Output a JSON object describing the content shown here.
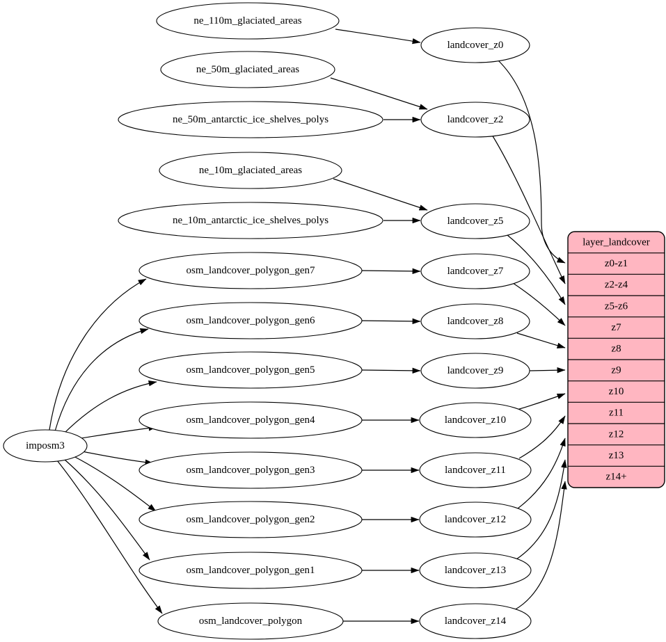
{
  "diagram": {
    "type": "dependency-graph",
    "colors": {
      "background": "#ffffff",
      "node_fill": "#ffffff",
      "node_stroke": "#000000",
      "edge_color": "#000000",
      "table_fill": "#ffb6c1",
      "text_color": "#000000"
    },
    "nodes": [
      {
        "id": "imposm3",
        "label": "imposm3"
      },
      {
        "id": "ne_110m_glaciated_areas",
        "label": "ne_110m_glaciated_areas"
      },
      {
        "id": "ne_50m_glaciated_areas",
        "label": "ne_50m_glaciated_areas"
      },
      {
        "id": "ne_50m_antarctic_ice_shelves_polys",
        "label": "ne_50m_antarctic_ice_shelves_polys"
      },
      {
        "id": "ne_10m_glaciated_areas",
        "label": "ne_10m_glaciated_areas"
      },
      {
        "id": "ne_10m_antarctic_ice_shelves_polys",
        "label": "ne_10m_antarctic_ice_shelves_polys"
      },
      {
        "id": "osm_landcover_polygon_gen7",
        "label": "osm_landcover_polygon_gen7"
      },
      {
        "id": "osm_landcover_polygon_gen6",
        "label": "osm_landcover_polygon_gen6"
      },
      {
        "id": "osm_landcover_polygon_gen5",
        "label": "osm_landcover_polygon_gen5"
      },
      {
        "id": "osm_landcover_polygon_gen4",
        "label": "osm_landcover_polygon_gen4"
      },
      {
        "id": "osm_landcover_polygon_gen3",
        "label": "osm_landcover_polygon_gen3"
      },
      {
        "id": "osm_landcover_polygon_gen2",
        "label": "osm_landcover_polygon_gen2"
      },
      {
        "id": "osm_landcover_polygon_gen1",
        "label": "osm_landcover_polygon_gen1"
      },
      {
        "id": "osm_landcover_polygon",
        "label": "osm_landcover_polygon"
      },
      {
        "id": "landcover_z0",
        "label": "landcover_z0"
      },
      {
        "id": "landcover_z2",
        "label": "landcover_z2"
      },
      {
        "id": "landcover_z5",
        "label": "landcover_z5"
      },
      {
        "id": "landcover_z7",
        "label": "landcover_z7"
      },
      {
        "id": "landcover_z8",
        "label": "landcover_z8"
      },
      {
        "id": "landcover_z9",
        "label": "landcover_z9"
      },
      {
        "id": "landcover_z10",
        "label": "landcover_z10"
      },
      {
        "id": "landcover_z11",
        "label": "landcover_z11"
      },
      {
        "id": "landcover_z12",
        "label": "landcover_z12"
      },
      {
        "id": "landcover_z13",
        "label": "landcover_z13"
      },
      {
        "id": "landcover_z14",
        "label": "landcover_z14"
      }
    ],
    "table": {
      "id": "layer_landcover",
      "title": "layer_landcover",
      "rows": [
        "z0-z1",
        "z2-z4",
        "z5-z6",
        "z7",
        "z8",
        "z9",
        "z10",
        "z11",
        "z12",
        "z13",
        "z14+"
      ]
    },
    "edges": [
      {
        "from": "imposm3",
        "to": "osm_landcover_polygon_gen7"
      },
      {
        "from": "imposm3",
        "to": "osm_landcover_polygon_gen6"
      },
      {
        "from": "imposm3",
        "to": "osm_landcover_polygon_gen5"
      },
      {
        "from": "imposm3",
        "to": "osm_landcover_polygon_gen4"
      },
      {
        "from": "imposm3",
        "to": "osm_landcover_polygon_gen3"
      },
      {
        "from": "imposm3",
        "to": "osm_landcover_polygon_gen2"
      },
      {
        "from": "imposm3",
        "to": "osm_landcover_polygon_gen1"
      },
      {
        "from": "imposm3",
        "to": "osm_landcover_polygon"
      },
      {
        "from": "ne_110m_glaciated_areas",
        "to": "landcover_z0"
      },
      {
        "from": "ne_50m_glaciated_areas",
        "to": "landcover_z2"
      },
      {
        "from": "ne_50m_antarctic_ice_shelves_polys",
        "to": "landcover_z2"
      },
      {
        "from": "ne_10m_glaciated_areas",
        "to": "landcover_z5"
      },
      {
        "from": "ne_10m_antarctic_ice_shelves_polys",
        "to": "landcover_z5"
      },
      {
        "from": "osm_landcover_polygon_gen7",
        "to": "landcover_z7"
      },
      {
        "from": "osm_landcover_polygon_gen6",
        "to": "landcover_z8"
      },
      {
        "from": "osm_landcover_polygon_gen5",
        "to": "landcover_z9"
      },
      {
        "from": "osm_landcover_polygon_gen4",
        "to": "landcover_z10"
      },
      {
        "from": "osm_landcover_polygon_gen3",
        "to": "landcover_z11"
      },
      {
        "from": "osm_landcover_polygon_gen2",
        "to": "landcover_z12"
      },
      {
        "from": "osm_landcover_polygon_gen1",
        "to": "landcover_z13"
      },
      {
        "from": "osm_landcover_polygon",
        "to": "landcover_z14"
      },
      {
        "from": "landcover_z0",
        "to": "layer_landcover:z0-z1"
      },
      {
        "from": "landcover_z2",
        "to": "layer_landcover:z2-z4"
      },
      {
        "from": "landcover_z5",
        "to": "layer_landcover:z5-z6"
      },
      {
        "from": "landcover_z7",
        "to": "layer_landcover:z7"
      },
      {
        "from": "landcover_z8",
        "to": "layer_landcover:z8"
      },
      {
        "from": "landcover_z9",
        "to": "layer_landcover:z9"
      },
      {
        "from": "landcover_z10",
        "to": "layer_landcover:z10"
      },
      {
        "from": "landcover_z11",
        "to": "layer_landcover:z11"
      },
      {
        "from": "landcover_z12",
        "to": "layer_landcover:z12"
      },
      {
        "from": "landcover_z13",
        "to": "layer_landcover:z13"
      },
      {
        "from": "landcover_z14",
        "to": "layer_landcover:z14+"
      }
    ]
  }
}
